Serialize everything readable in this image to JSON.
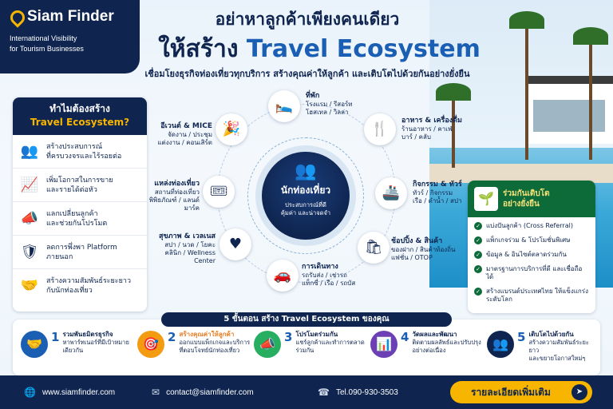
{
  "brand": {
    "name": "Siam Finder",
    "tagline_1": "International Visibility",
    "tagline_2": "for Tourism Businesses"
  },
  "headline": {
    "line_1": "อย่าหาลูกค้าเพียงคนเดียว",
    "line_2_prefix": "ให้สร้าง",
    "line_2_accent": "Travel Ecosystem",
    "subtitle": "เชื่อมโยงธุรกิจท่องเที่ยวทุกบริการ สร้างคุณค่าให้ลูกค้า และเติบโตไปด้วยกันอย่างยั่งยืน"
  },
  "why_panel": {
    "title_1": "ทำไมต้องสร้าง",
    "title_2": "Travel Ecosystem?",
    "items": [
      {
        "icon": "group-icon",
        "text_1": "สร้างประสบการณ์",
        "text_2": "ที่ครบวงจรและไร้รอยต่อ"
      },
      {
        "icon": "chart-up-icon",
        "text_1": "เพิ่มโอกาสในการขาย",
        "text_2": "และรายได้ต่อหัว"
      },
      {
        "icon": "megaphone-icon",
        "text_1": "แลกเปลี่ยนลูกค้า",
        "text_2": "และช่วยกันโปรโมต"
      },
      {
        "icon": "shield-check-icon",
        "text_1": "ลดการพึ่งพา Platform",
        "text_2": "ภายนอก"
      },
      {
        "icon": "handshake-icon",
        "text_1": "สร้างความสัมพันธ์ระยะยาว",
        "text_2": "กับนักท่องเที่ยว"
      }
    ]
  },
  "hub": {
    "title": "นักท่องเที่ยว",
    "sub_1": "ประสบการณ์ที่ดี",
    "sub_2": "คุ้มค่า และน่าจดจำ"
  },
  "nodes": {
    "stay": {
      "title": "ที่พัก",
      "d1": "โรงแรม / รีสอร์ท",
      "d2": "โฮสเทล / วิลล่า"
    },
    "food": {
      "title": "อาหาร & เครื่องดื่ม",
      "d1": "ร้านอาหาร / คาเฟ่",
      "d2": "บาร์ / คลับ"
    },
    "activity": {
      "title": "กิจกรรม & ทัวร์",
      "d1": "ทัวร์ / กิจกรรม",
      "d2": "เรือ / ดำน้ำ / สปา"
    },
    "shop": {
      "title": "ช้อปปิ้ง & สินค้า",
      "d1": "ของฝาก / สินค้าท้องถิ่น",
      "d2": "แฟชั่น / OTOP"
    },
    "travel": {
      "title": "การเดินทาง",
      "d1": "รถรับส่ง / เช่ารถ",
      "d2": "แท็กซี่ / เรือ / รถบัส"
    },
    "health": {
      "title": "สุขภาพ & เวลเนส",
      "d1": "สปา / นวด / โยคะ",
      "d2": "คลินิก / Wellness Center"
    },
    "place": {
      "title": "แหล่งท่องเที่ยว",
      "d1": "สถานที่ท่องเที่ยว",
      "d2": "พิพิธภัณฑ์ / แลนด์มาร์ค"
    },
    "event": {
      "title": "อีเวนต์ & MICE",
      "d1": "จัดงาน / ประชุม",
      "d2": "แต่งงาน / คอนเสิร์ต"
    }
  },
  "grow_panel": {
    "title_1": "ร่วมกันเติบโต",
    "title_2": "อย่างยั่งยืน",
    "items": [
      "แบ่งปันลูกค้า (Cross Referral)",
      "แพ็กเกจร่วม & โปรโมชั่นพิเศษ",
      "ข้อมูล & อินไซต์ตลาดร่วมกัน",
      "มาตรฐานการบริการที่ดี และเชื่อถือได้",
      "สร้างแบรนด์ประเทศไทย ให้แข็งแกร่งระดับโลก"
    ]
  },
  "steps": {
    "title": "5 ขั้นตอน สร้าง Travel Ecosystem ของคุณ",
    "items": [
      {
        "num": "1",
        "head": "รวมพันธมิตรธุรกิจ",
        "d1": "หาพาร์ทเนอร์ที่มีเป้าหมาย",
        "d2": "เดียวกัน",
        "color": "#1a5fb4"
      },
      {
        "num": "2",
        "head": "สร้างคุณค่าให้ลูกค้า",
        "d1": "ออกแบบแพ็กเกจและบริการ",
        "d2": "ที่ตอบโจทย์นักท่องเที่ยว",
        "color": "#f39c12"
      },
      {
        "num": "3",
        "head": "โปรโมตร่วมกัน",
        "d1": "แชร์ลูกค้าและทำการตลาด",
        "d2": "ร่วมกัน",
        "color": "#27ae60"
      },
      {
        "num": "4",
        "head": "วัดผลและพัฒนา",
        "d1": "ติดตามผลลัพธ์และปรับปรุง",
        "d2": "อย่างต่อเนื่อง",
        "color": "#6c3fb5"
      },
      {
        "num": "5",
        "head": "เติบโตไปด้วยกัน",
        "d1": "สร้างความสัมพันธ์ระยะยาว",
        "d2": "และขยายโอกาสใหม่ๆ",
        "color": "#0f2550"
      }
    ]
  },
  "footer": {
    "website": "www.siamfinder.com",
    "email": "contact@siamfinder.com",
    "phone": "Tel.090-930-3503",
    "cta": "รายละเอียดเพิ่มเติม"
  }
}
